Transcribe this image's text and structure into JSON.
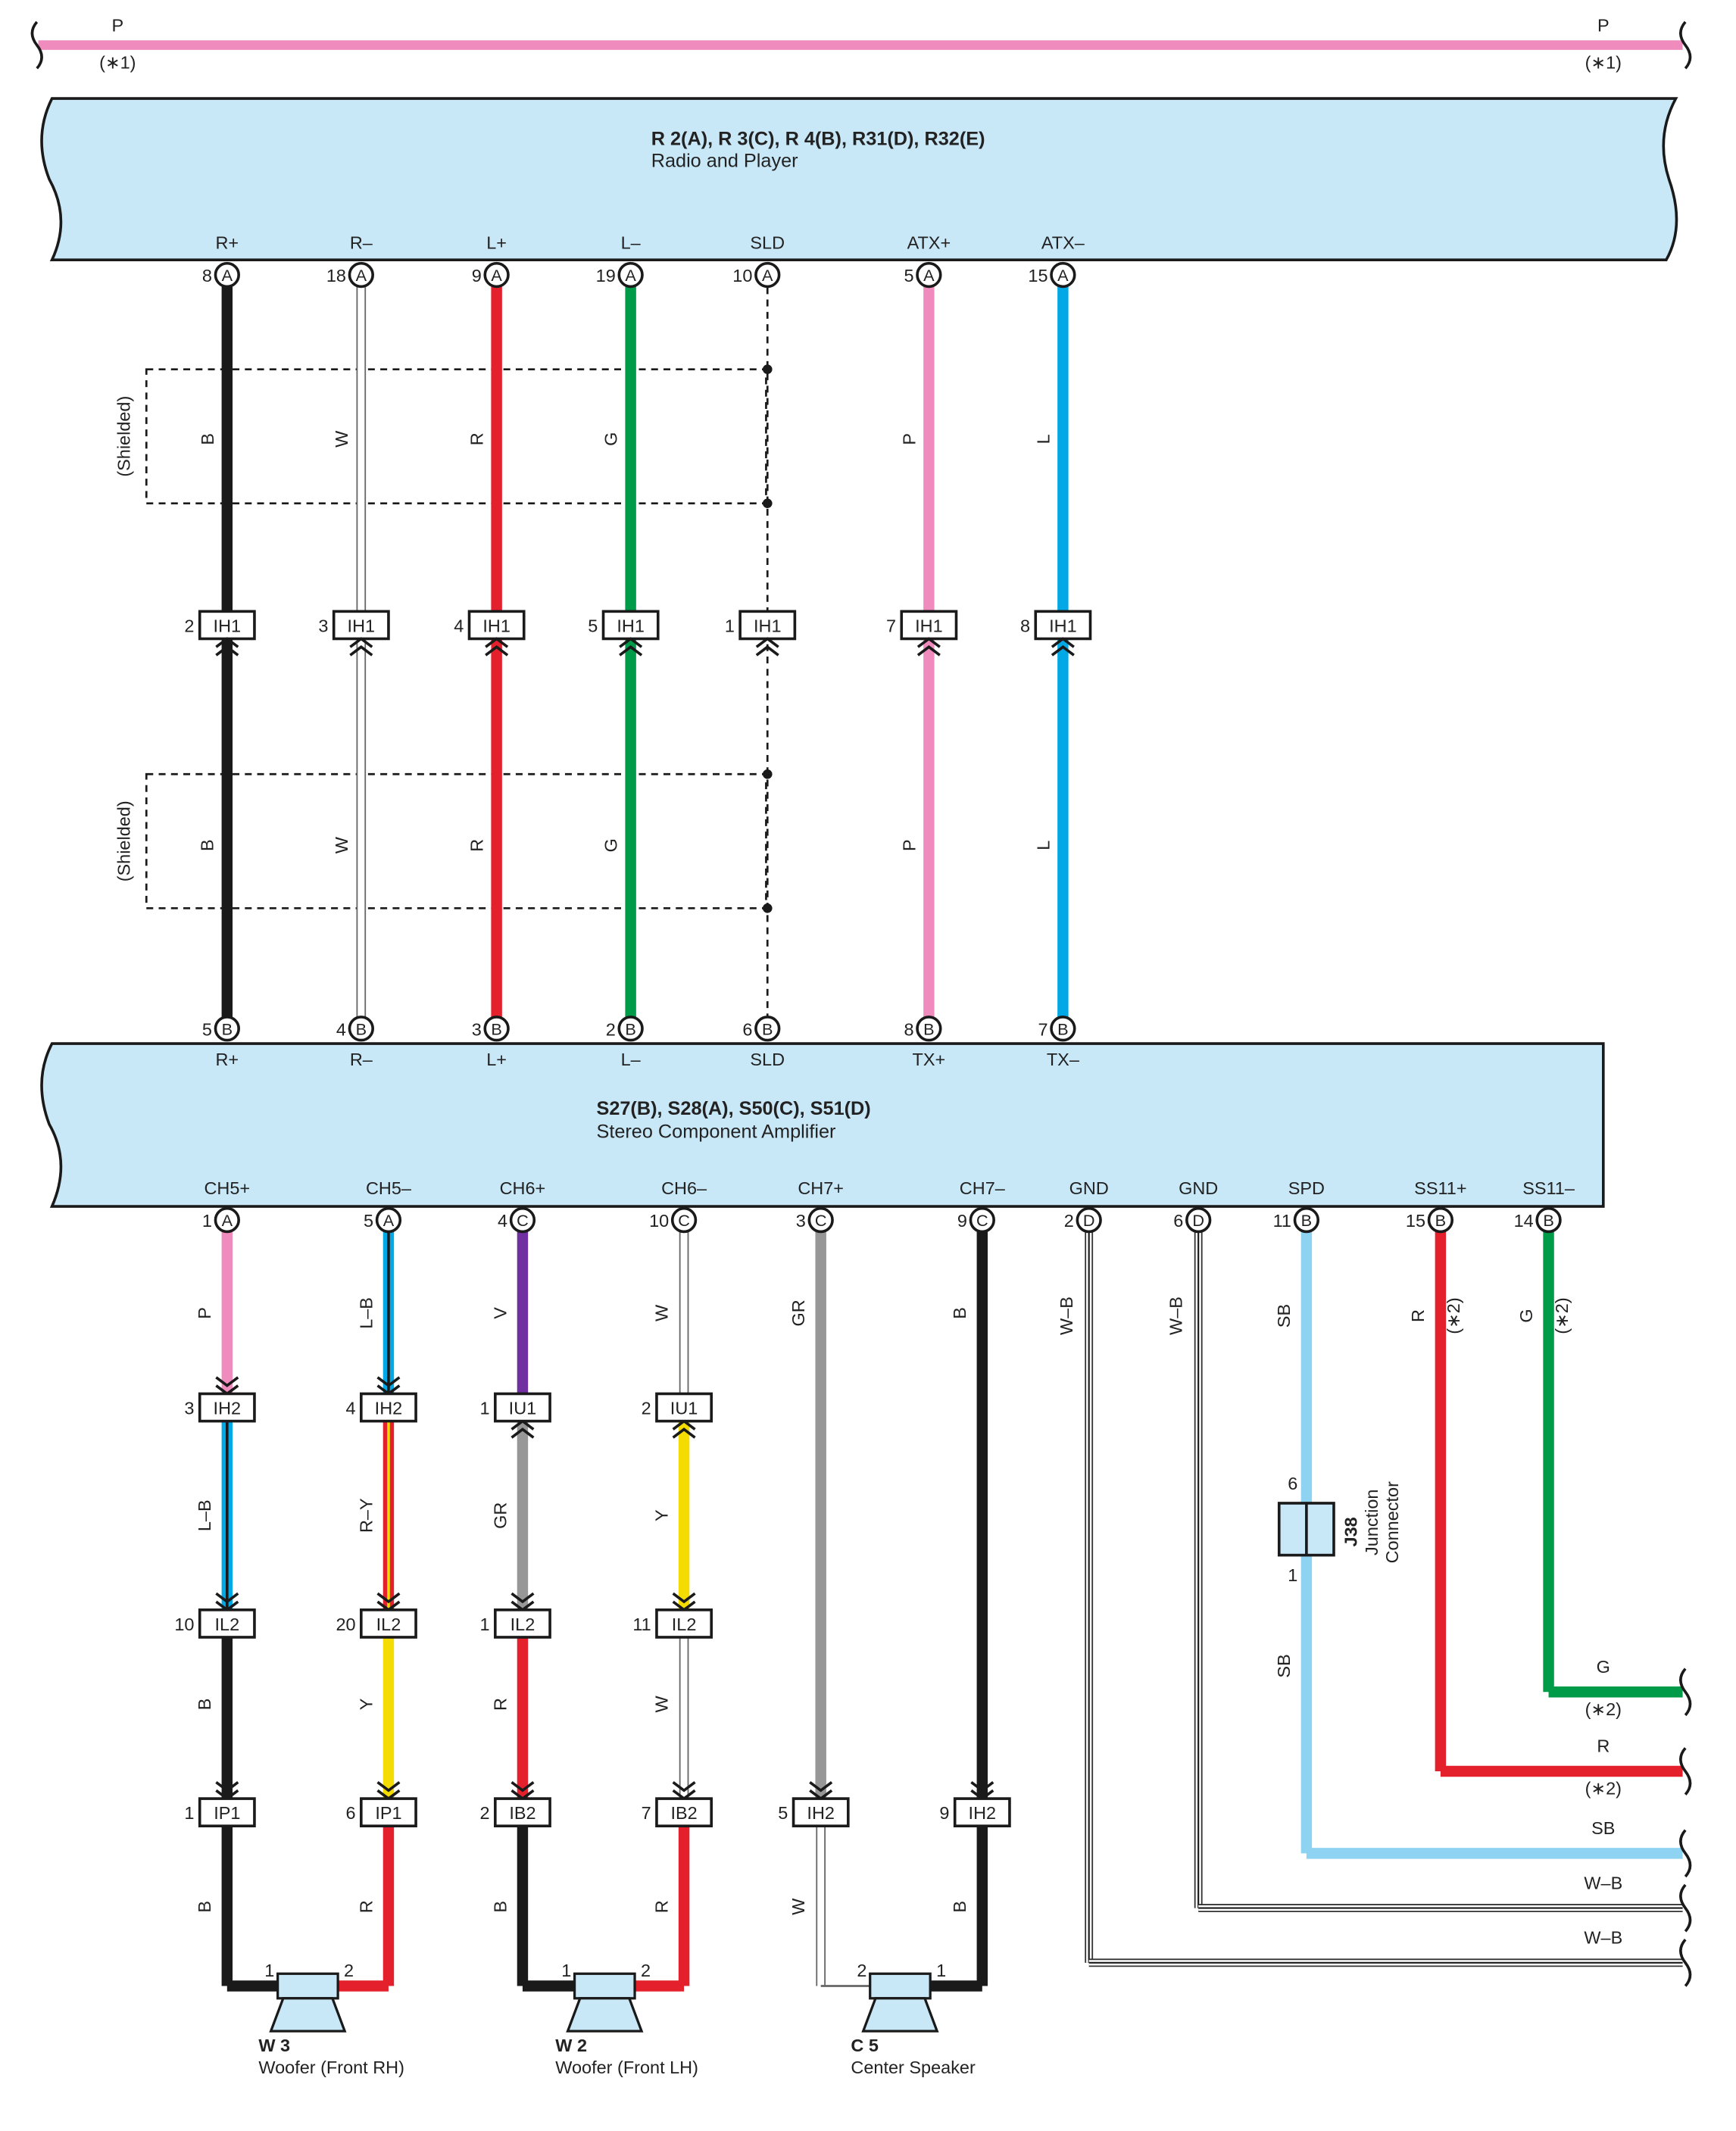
{
  "colors": {
    "B": "#1a1a1a",
    "W": "#ffffff",
    "R": "#e3202b",
    "G": "#009b48",
    "P": "#ef8bbd",
    "L": "#00a8e6",
    "V": "#7030a0",
    "GR": "#979797",
    "Y": "#f5dc00",
    "SB": "#8fd3f2",
    "BOX": "#c8e8f8"
  },
  "top_feed": {
    "color": "P",
    "note": "(∗1)"
  },
  "radio": {
    "codes": "R 2(A), R 3(C), R 4(B), R31(D), R32(E)",
    "name": "Radio and Player",
    "pins": [
      {
        "label": "R+",
        "num": "8",
        "conn": "A"
      },
      {
        "label": "R–",
        "num": "18",
        "conn": "A"
      },
      {
        "label": "L+",
        "num": "9",
        "conn": "A"
      },
      {
        "label": "L–",
        "num": "19",
        "conn": "A"
      },
      {
        "label": "SLD",
        "num": "10",
        "conn": "A"
      },
      {
        "label": "ATX+",
        "num": "5",
        "conn": "A"
      },
      {
        "label": "ATX–",
        "num": "15",
        "conn": "A"
      }
    ]
  },
  "shielded_label": "(Shielded)",
  "mid_wires": [
    {
      "color": "B"
    },
    {
      "color": "W"
    },
    {
      "color": "R"
    },
    {
      "color": "G"
    },
    {
      "color": "SLD",
      "shield_drain": true
    },
    {
      "color": "P"
    },
    {
      "color": "L"
    }
  ],
  "mid_connectors": [
    {
      "num": "2",
      "name": "IH1"
    },
    {
      "num": "3",
      "name": "IH1"
    },
    {
      "num": "4",
      "name": "IH1"
    },
    {
      "num": "5",
      "name": "IH1"
    },
    {
      "num": "1",
      "name": "IH1"
    },
    {
      "num": "7",
      "name": "IH1"
    },
    {
      "num": "8",
      "name": "IH1"
    }
  ],
  "amplifier": {
    "codes": "S27(B), S28(A), S50(C), S51(D)",
    "name": "Stereo Component Amplifier",
    "top_pins": [
      {
        "label": "R+",
        "num": "5",
        "conn": "B"
      },
      {
        "label": "R–",
        "num": "4",
        "conn": "B"
      },
      {
        "label": "L+",
        "num": "3",
        "conn": "B"
      },
      {
        "label": "L–",
        "num": "2",
        "conn": "B"
      },
      {
        "label": "SLD",
        "num": "6",
        "conn": "B"
      },
      {
        "label": "TX+",
        "num": "8",
        "conn": "B"
      },
      {
        "label": "TX–",
        "num": "7",
        "conn": "B"
      }
    ],
    "bottom_pins": [
      {
        "label": "CH5+",
        "num": "1",
        "conn": "A"
      },
      {
        "label": "CH5–",
        "num": "5",
        "conn": "A"
      },
      {
        "label": "CH6+",
        "num": "4",
        "conn": "C"
      },
      {
        "label": "CH6–",
        "num": "10",
        "conn": "C"
      },
      {
        "label": "CH7+",
        "num": "3",
        "conn": "C"
      },
      {
        "label": "CH7–",
        "num": "9",
        "conn": "C"
      },
      {
        "label": "GND",
        "num": "2",
        "conn": "D"
      },
      {
        "label": "GND",
        "num": "6",
        "conn": "D"
      },
      {
        "label": "SPD",
        "num": "11",
        "conn": "B"
      },
      {
        "label": "SS11+",
        "num": "15",
        "conn": "B"
      },
      {
        "label": "SS11–",
        "num": "14",
        "conn": "B"
      }
    ]
  },
  "speaker_circuits": [
    {
      "segments": [
        "P",
        "L–B",
        "B",
        "B"
      ],
      "connectors": [
        {
          "num": "3",
          "name": "IH2"
        },
        {
          "num": "10",
          "name": "IL2"
        },
        {
          "num": "1",
          "name": "IP1"
        }
      ]
    },
    {
      "segments": [
        "L–B",
        "R–Y",
        "Y",
        "R"
      ],
      "connectors": [
        {
          "num": "4",
          "name": "IH2"
        },
        {
          "num": "20",
          "name": "IL2"
        },
        {
          "num": "6",
          "name": "IP1"
        }
      ]
    },
    {
      "segments": [
        "V",
        "GR",
        "R",
        "B"
      ],
      "connectors": [
        {
          "num": "1",
          "name": "IU1"
        },
        {
          "num": "1",
          "name": "IL2"
        },
        {
          "num": "2",
          "name": "IB2"
        }
      ]
    },
    {
      "segments": [
        "W",
        "Y",
        "W",
        "R"
      ],
      "connectors": [
        {
          "num": "2",
          "name": "IU1"
        },
        {
          "num": "11",
          "name": "IL2"
        },
        {
          "num": "7",
          "name": "IB2"
        }
      ]
    },
    {
      "segments": [
        "GR",
        "W"
      ],
      "connectors": [
        {
          "num": "5",
          "name": "IH2"
        }
      ]
    },
    {
      "segments": [
        "B",
        "B"
      ],
      "connectors": [
        {
          "num": "9",
          "name": "IH2"
        }
      ]
    }
  ],
  "speakers": [
    {
      "code": "W 3",
      "name": "Woofer (Front RH)",
      "pin_left": "1",
      "pin_right": "2"
    },
    {
      "code": "W 2",
      "name": "Woofer (Front LH)",
      "pin_left": "1",
      "pin_right": "2"
    },
    {
      "code": "C 5",
      "name": "Center Speaker",
      "pin_left": "2",
      "pin_right": "1"
    }
  ],
  "right_wires": [
    {
      "color": "W–B"
    },
    {
      "color": "W–B"
    },
    {
      "color": "SB"
    },
    {
      "color": "R",
      "note": "(∗2)"
    },
    {
      "color": "G",
      "note": "(∗2)"
    }
  ],
  "junction": {
    "code": "J38",
    "name1": "Junction",
    "name2": "Connector",
    "pin_top": "6",
    "pin_bottom": "1"
  }
}
